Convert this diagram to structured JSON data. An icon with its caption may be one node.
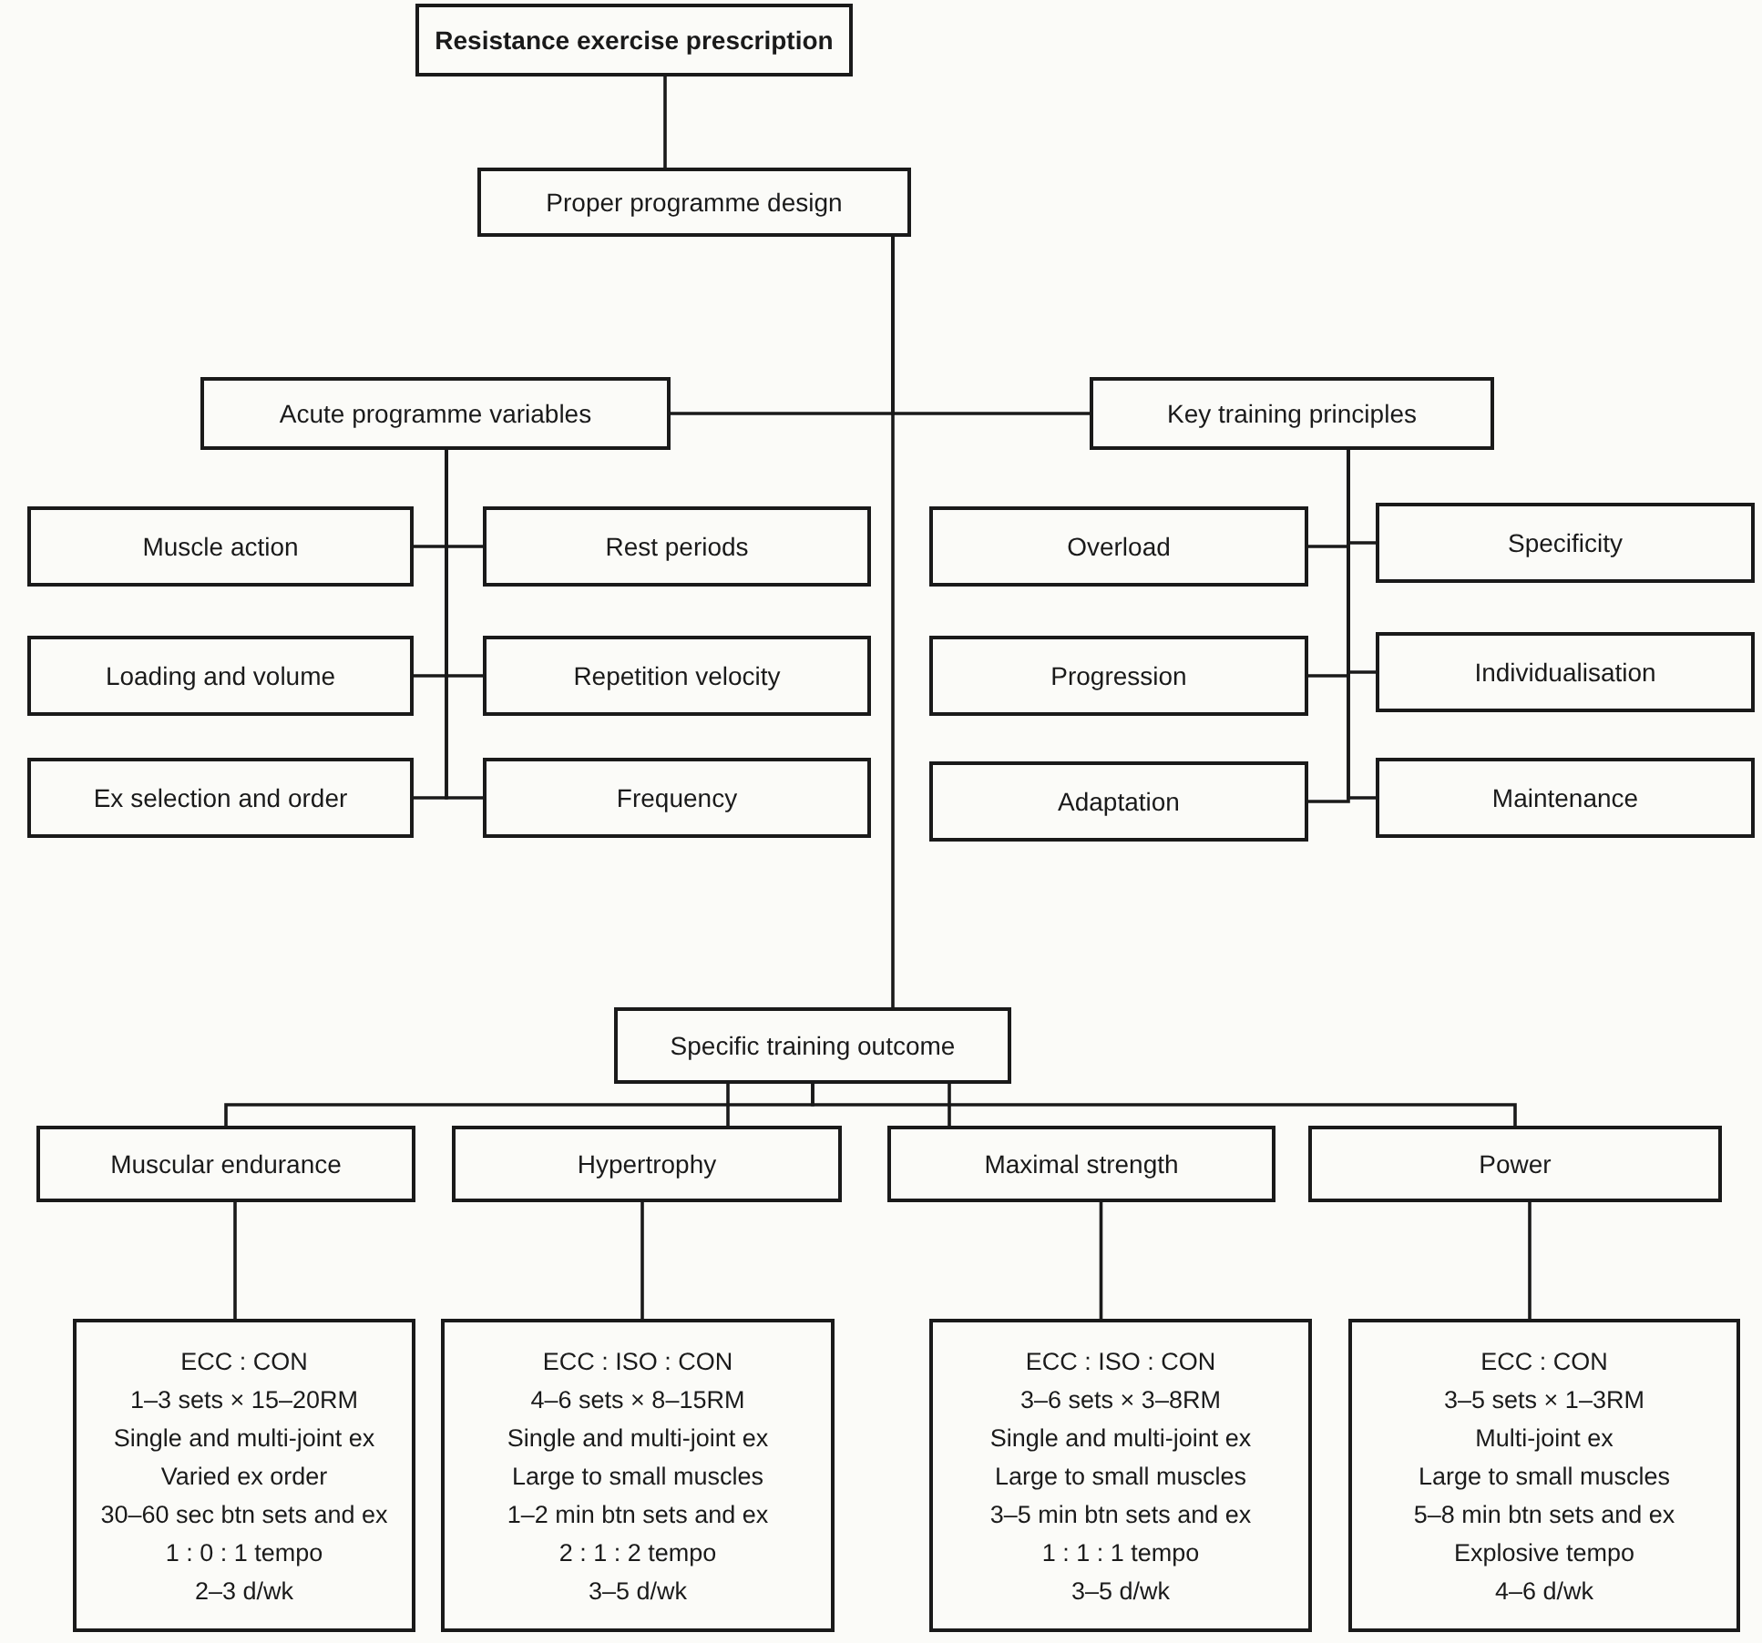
{
  "diagram": {
    "nodes": [
      {
        "text": [
          "Resistance exercise prescription"
        ]
      },
      {
        "text": [
          "Proper programme design"
        ]
      },
      {
        "text": [
          "Acute programme variables"
        ]
      },
      {
        "text": [
          "Key training principles"
        ]
      },
      {
        "text": [
          "Muscle action"
        ]
      },
      {
        "text": [
          "Rest periods"
        ]
      },
      {
        "text": [
          "Loading and volume"
        ]
      },
      {
        "text": [
          "Repetition velocity"
        ]
      },
      {
        "text": [
          "Ex selection and order"
        ]
      },
      {
        "text": [
          "Frequency"
        ]
      },
      {
        "text": [
          "Overload"
        ]
      },
      {
        "text": [
          "Specificity"
        ]
      },
      {
        "text": [
          "Progression"
        ]
      },
      {
        "text": [
          "Individualisation"
        ]
      },
      {
        "text": [
          "Adaptation"
        ]
      },
      {
        "text": [
          "Maintenance"
        ]
      },
      {
        "text": [
          "Specific training outcome"
        ]
      },
      {
        "text": [
          "Muscular endurance"
        ]
      },
      {
        "text": [
          "Hypertrophy"
        ]
      },
      {
        "text": [
          "Maximal strength"
        ]
      },
      {
        "text": [
          "Power"
        ]
      },
      {
        "text": [
          "ECC : CON",
          "1–3 sets × 15–20RM",
          "Single and multi-joint ex",
          "Varied ex order",
          "30–60 sec btn sets and ex",
          "1 : 0 : 1 tempo",
          "2–3 d/wk"
        ]
      },
      {
        "text": [
          "ECC : ISO : CON",
          "4–6 sets × 8–15RM",
          "Single and multi-joint ex",
          "Large to small muscles",
          "1–2 min btn sets and ex",
          "2 : 1 : 2 tempo",
          "3–5 d/wk"
        ]
      },
      {
        "text": [
          "ECC : ISO : CON",
          "3–6 sets × 3–8RM",
          "Single and multi-joint ex",
          "Large to small muscles",
          "3–5 min btn sets and ex",
          "1 : 1 : 1 tempo",
          "3–5 d/wk"
        ]
      },
      {
        "text": [
          "ECC : CON",
          "3–5 sets × 1–3RM",
          "Multi-joint ex",
          "Large to small muscles",
          "5–8 min btn sets and ex",
          "Explosive tempo",
          "4–6 d/wk"
        ]
      }
    ],
    "edges": [
      {
        "from": 0,
        "to": 1,
        "arrow": "none"
      },
      {
        "from": 1,
        "to": 2,
        "arrow": "none"
      },
      {
        "from": 1,
        "to": 3,
        "arrow": "none"
      },
      {
        "from": 1,
        "to": 16,
        "arrow": "none"
      },
      {
        "from": 2,
        "to": 4,
        "arrow": "none"
      },
      {
        "from": 2,
        "to": 5,
        "arrow": "none"
      },
      {
        "from": 2,
        "to": 6,
        "arrow": "none"
      },
      {
        "from": 2,
        "to": 7,
        "arrow": "none"
      },
      {
        "from": 2,
        "to": 8,
        "arrow": "none"
      },
      {
        "from": 2,
        "to": 9,
        "arrow": "none"
      },
      {
        "from": 3,
        "to": 10,
        "arrow": "none"
      },
      {
        "from": 3,
        "to": 11,
        "arrow": "none"
      },
      {
        "from": 3,
        "to": 12,
        "arrow": "none"
      },
      {
        "from": 3,
        "to": 13,
        "arrow": "none"
      },
      {
        "from": 3,
        "to": 14,
        "arrow": "none"
      },
      {
        "from": 3,
        "to": 15,
        "arrow": "none"
      },
      {
        "from": 16,
        "to": 17,
        "arrow": "none"
      },
      {
        "from": 16,
        "to": 18,
        "arrow": "none"
      },
      {
        "from": 16,
        "to": 19,
        "arrow": "none"
      },
      {
        "from": 16,
        "to": 20,
        "arrow": "none"
      },
      {
        "from": 17,
        "to": 21,
        "arrow": "none"
      },
      {
        "from": 18,
        "to": 22,
        "arrow": "none"
      },
      {
        "from": 19,
        "to": 23,
        "arrow": "none"
      },
      {
        "from": 20,
        "to": 24,
        "arrow": "none"
      }
    ]
  }
}
